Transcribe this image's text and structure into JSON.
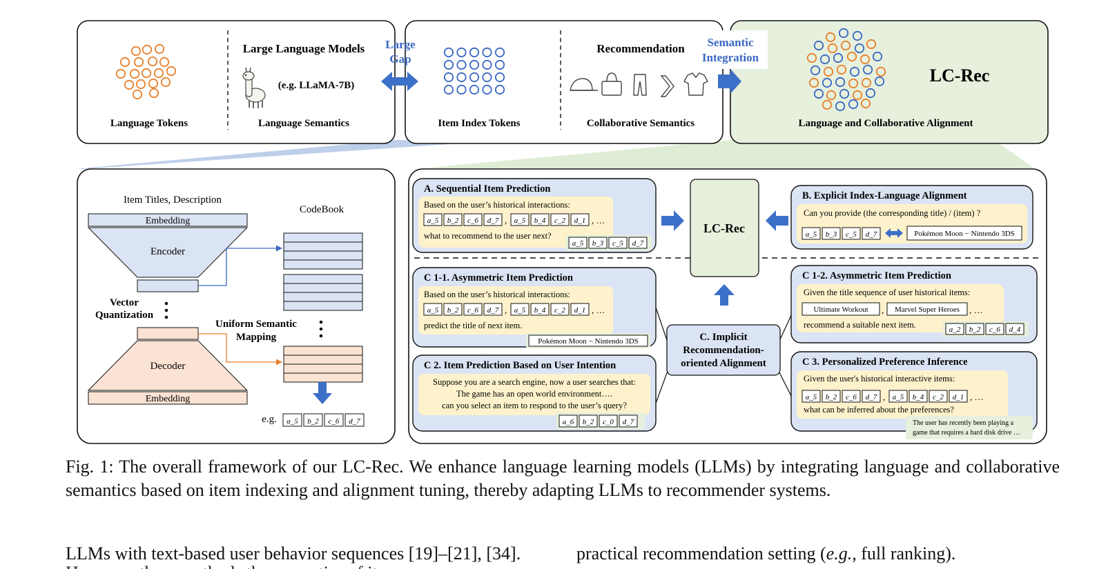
{
  "colors": {
    "orange": "#e8802b",
    "blue": "#3b68c4",
    "arrow_blue": "#3d70c8",
    "blue_box": "#dbe4f4",
    "green_box": "#e6f0dc",
    "yellow_box": "#fdf2cc",
    "tan_box": "#fbe3d3",
    "band_blue": "#b3c7e6",
    "band_green": "#d8e8cc"
  },
  "top": {
    "p1": {
      "header": "Large Language Models",
      "example": "(e.g. LLaMA-7B)",
      "label_left": "Language Tokens",
      "label_right": "Language Semantics"
    },
    "gap": [
      "Large",
      "Gap"
    ],
    "p2": {
      "header": "Recommendation",
      "label_left": "Item Index Tokens",
      "label_right": "Collaborative Semantics"
    },
    "integration": [
      "Semantic",
      "Integration"
    ],
    "p3": {
      "title": "LC-Rec",
      "label": "Language and Collaborative Alignment"
    }
  },
  "bl": {
    "item_titles": "Item Titles, Description",
    "embedding": "Embedding",
    "encoder": "Encoder",
    "codebook": "CodeBook",
    "vq": [
      "Vector",
      "Quantization"
    ],
    "usm": [
      "Uniform Semantic",
      "Mapping"
    ],
    "decoder": "Decoder",
    "embedding2": "Embedding",
    "eg": "e.g.",
    "codes": [
      "a_5",
      "b_2",
      "c_6",
      "d_7"
    ]
  },
  "br": {
    "center": "LC-Rec",
    "implicit": [
      "C. Implicit",
      "Recommendation-",
      "oriented Alignment"
    ],
    "A": {
      "title": "A. Sequential Item Prediction",
      "l1": "Based on the user’s historical interactions:",
      "seq1": [
        "a_5",
        "b_2",
        "c_6",
        "d_7"
      ],
      "seq2": [
        "a_5",
        "b_4",
        "c_2",
        "d_1"
      ],
      "sep": ",",
      "ellipsis": ", …",
      "l3": "what to recommend to the user next?",
      "answer": [
        "a_5",
        "b_3",
        "c_5",
        "d_7"
      ]
    },
    "B": {
      "title": "B. Explicit Index-Language Alignment",
      "l1": "Can you provide (the corresponding title) / (item) ?",
      "seq": [
        "a_5",
        "b_3",
        "c_5",
        "d_7"
      ],
      "title_box": "Pokémon Moon − Nintendo 3DS"
    },
    "C11": {
      "title": "C 1-1. Asymmetric Item Prediction",
      "l1": "Based on the user’s historical interactions:",
      "seq1": [
        "a_5",
        "b_2",
        "c_6",
        "d_7"
      ],
      "seq2": [
        "a_5",
        "b_4",
        "c_2",
        "d_1"
      ],
      "sep": ",",
      "ellipsis": ", …",
      "l3": "predict the title of next item.",
      "answer": "Pokémon Moon − Nintendo 3DS"
    },
    "C12": {
      "title": "C 1-2. Asymmetric Item Prediction",
      "l1": "Given the title sequence of user historical items:",
      "t1": "Ultimate Workout",
      "t2": "Marvel Super Heroes",
      "sep": ",",
      "ellipsis": ", …",
      "l3": "recommend a suitable next item.",
      "answer": [
        "a_2",
        "b_2",
        "c_6",
        "d_4"
      ]
    },
    "C2": {
      "title": "C 2. Item Prediction Based on User Intention",
      "l1": "Suppose you are a search engine, now a user searches that:",
      "l2": "The game has an open world environment….",
      "l3": "can you select an item to respond to the user’s query?",
      "answer": [
        "a_6",
        "b_2",
        "c_0",
        "d_7"
      ]
    },
    "C3": {
      "title": "C 3. Personalized Preference Inference",
      "l1": "Given the user's historical interactive items:",
      "seq1": [
        "a_5",
        "b_2",
        "c_6",
        "d_7"
      ],
      "seq2": [
        "a_5",
        "b_4",
        "c_2",
        "d_1"
      ],
      "sep": ",",
      "ellipsis": ", …",
      "l3": "what can be inferred about the preferences?",
      "answer": [
        "The user has recently been playing a",
        "game that requires a hard disk drive …"
      ]
    }
  },
  "caption": "Fig. 1: The overall framework of our LC-Rec. We enhance language learning models (LLMs) by integrating language and collaborative semantics based on item indexing and alignment tuning, thereby adapting LLMs to recommender systems.",
  "body": {
    "col1": "LLMs with text-based user behavior sequences [19]–[21], [34].",
    "col2_a": "practical recommendation setting (",
    "col2_em": "e.g.,",
    "col2_b": " full ranking).",
    "clip": "However, these methods                 the semantics of items"
  }
}
